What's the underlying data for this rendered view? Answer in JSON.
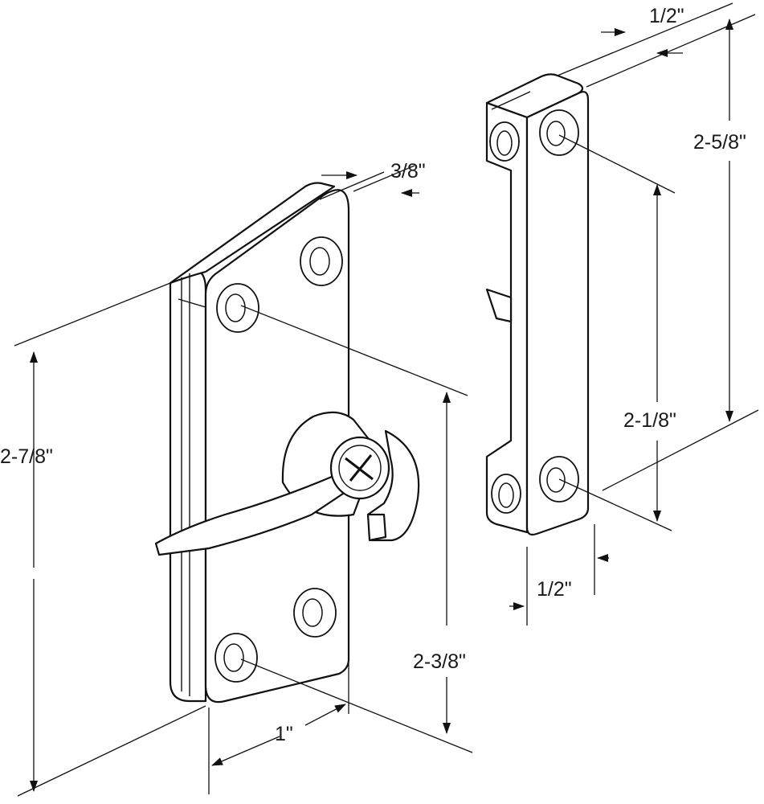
{
  "dimensions": {
    "latch_thickness": "3/8\"",
    "latch_height": "2-7/8\"",
    "latch_hole_spacing": "2-3/8\"",
    "latch_width": "1\"",
    "keeper_thickness": "1/2\"",
    "keeper_height": "2-5/8\"",
    "keeper_hole_spacing": "2-1/8\"",
    "keeper_width": "1/2\""
  }
}
